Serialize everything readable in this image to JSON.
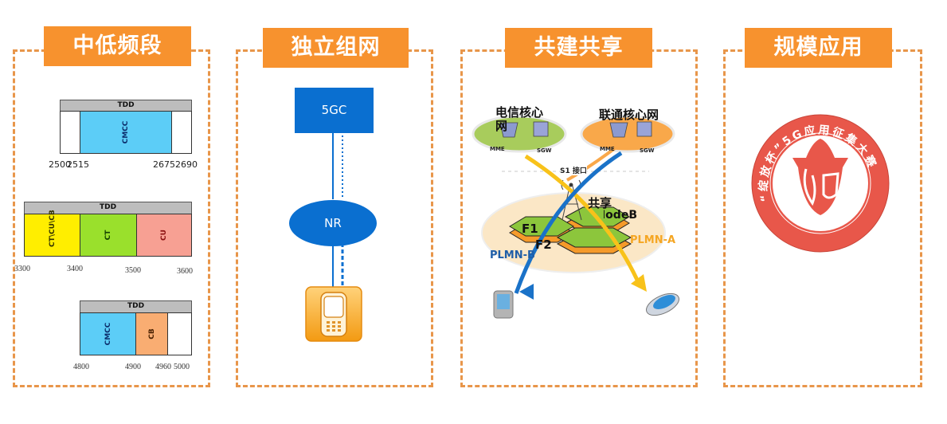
{
  "panels": [
    {
      "title": "中低频段",
      "bands": [
        {
          "header": "TDD",
          "segments": [
            {
              "label": "",
              "color": "#ffffff"
            },
            {
              "label": "CMCC",
              "color": "#5ccdf7",
              "text_color": "#0b2d6b"
            },
            {
              "label": "",
              "color": "#ffffff"
            }
          ],
          "ticks": [
            "2500",
            "2515",
            "2675",
            "2690"
          ]
        },
        {
          "header": "TDD",
          "segments": [
            {
              "label": "CT\\CU\\CB",
              "color": "#ffee00",
              "text_color": "#333300"
            },
            {
              "label": "CT",
              "color": "#9ae02c",
              "text_color": "#144000"
            },
            {
              "label": "CU",
              "color": "#f7a093",
              "text_color": "#8a1010"
            }
          ],
          "ticks": [
            "3300",
            "3400",
            "3500",
            "3600"
          ]
        },
        {
          "header": "TDD",
          "segments": [
            {
              "label": "CMCC",
              "color": "#5ccdf7",
              "text_color": "#0b2d6b"
            },
            {
              "label": "CB",
              "color": "#f9ad72",
              "text_color": "#4a2000"
            },
            {
              "label": "",
              "color": "#ffffff"
            }
          ],
          "ticks": [
            "4800",
            "4900",
            "4960",
            "5000"
          ]
        }
      ]
    },
    {
      "title": "独立组网",
      "core_label": "5GC",
      "ran_label": "NR",
      "device": "mobile-phone"
    },
    {
      "title": "共建共享",
      "core_a_label": "电信核心网",
      "core_b_label": "联通核心网",
      "mme_label": "MME",
      "sgw_label": "SGW",
      "interface_label": "S1 接口",
      "share_label": "共享",
      "enodeb_label": "eNodeB",
      "f1_label": "F1",
      "f2_label": "F2",
      "plmn_a_label": "PLMN-A",
      "plmn_b_label": "PLMN-B"
    },
    {
      "title": "规模应用",
      "badge_text": "“绽放杯”5G应用征集大赛"
    }
  ],
  "colors": {
    "accent_orange": "#f7922e",
    "dash_orange": "#e8964a",
    "blue": "#0a6fd0",
    "yellow": "#f8c21a",
    "badge_red": "#e8574a"
  }
}
